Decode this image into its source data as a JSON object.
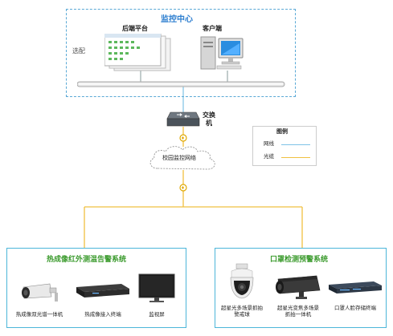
{
  "monitor_center": {
    "title": "监控中心",
    "backend_label": "后端平台",
    "client_label": "客户端",
    "optional_label": "选配"
  },
  "network": {
    "switch_label_line1": "交换",
    "switch_label_line2": "机",
    "campus_network_label": "校园监控网络"
  },
  "legend": {
    "title": "图例",
    "items": [
      {
        "label": "网线",
        "color": "#7ec3e6"
      },
      {
        "label": "光缆",
        "color": "#f0c040"
      }
    ]
  },
  "left_system": {
    "title": "热成像红外测温告警系统",
    "devices": [
      {
        "label": "热成像双光谱一体机"
      },
      {
        "label": "热成像接入终端"
      },
      {
        "label": "监视屏"
      }
    ]
  },
  "right_system": {
    "title": "口罩检测预警系统",
    "devices": [
      {
        "label_line1": "超星光多场景抓拍",
        "label_line2": "警戒球"
      },
      {
        "label_line1": "超星光变焦多场景",
        "label_line2": "抓拍一体机"
      },
      {
        "label_line1": "口罩人脸存储终端",
        "label_line2": ""
      }
    ]
  },
  "colors": {
    "cable": "#7ec3e6",
    "fiber": "#f0c040",
    "accent_blue": "#2e7fd0",
    "accent_green": "#3a9a2c"
  }
}
